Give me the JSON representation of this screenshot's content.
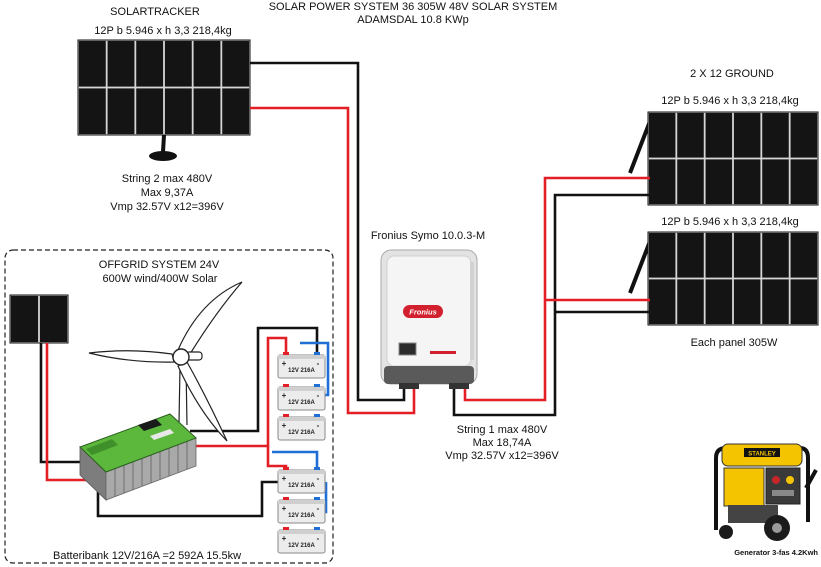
{
  "title": {
    "line1": "SOLAR POWER SYSTEM 36 305W 48V SOLAR SYSTEM",
    "line2": "ADAMSDAL 10.8 KWp"
  },
  "solartracker": {
    "label": "SOLARTRACKER",
    "spec": "12P b 5.946 x h 3,3 218,4kg",
    "string": [
      "String 2 max 480V",
      "Max 9,37A",
      "Vmp 32.57V x12=396V"
    ]
  },
  "inverter": {
    "label": "Fronius Symo 10.0.3-M",
    "logo": "Fronius"
  },
  "ground": {
    "label": "2 X 12 GROUND",
    "top_spec": "12P b 5.946 x h 3,3 218,4kg",
    "bottom_spec": "12P b 5.946 x h 3,3 218,4kg",
    "panel_note": "Each panel 305W",
    "string": [
      "String 1 max 480V",
      "Max 18,74A",
      "Vmp 32.57V x12=396V"
    ]
  },
  "offgrid": {
    "label": [
      "OFFGRID SYSTEM 24V",
      "600W wind/400W Solar"
    ],
    "batterybank": "Batteribank 12V/216A =2 592A 15.5kw",
    "terminals": {
      "positive": "+",
      "negative": "-"
    },
    "batteries": [
      {
        "label": "12V 216A"
      },
      {
        "label": "12V 216A"
      },
      {
        "label": "12V 216A"
      },
      {
        "label": "12V 216A"
      },
      {
        "label": "12V 216A"
      },
      {
        "label": "12V 216A"
      }
    ]
  },
  "generator": {
    "label": "Generator 3-fas 4.2Kwh",
    "logo": "STANLEY"
  },
  "colors": {
    "wire_positive": "#e31e24",
    "wire_negative": "#111111",
    "wire_link": "#1f6fd6",
    "solar_cell": "#141414",
    "charge_controller": "#5cb83c",
    "generator_body": "#f5c400",
    "inverter_logo": "#d3202e"
  }
}
